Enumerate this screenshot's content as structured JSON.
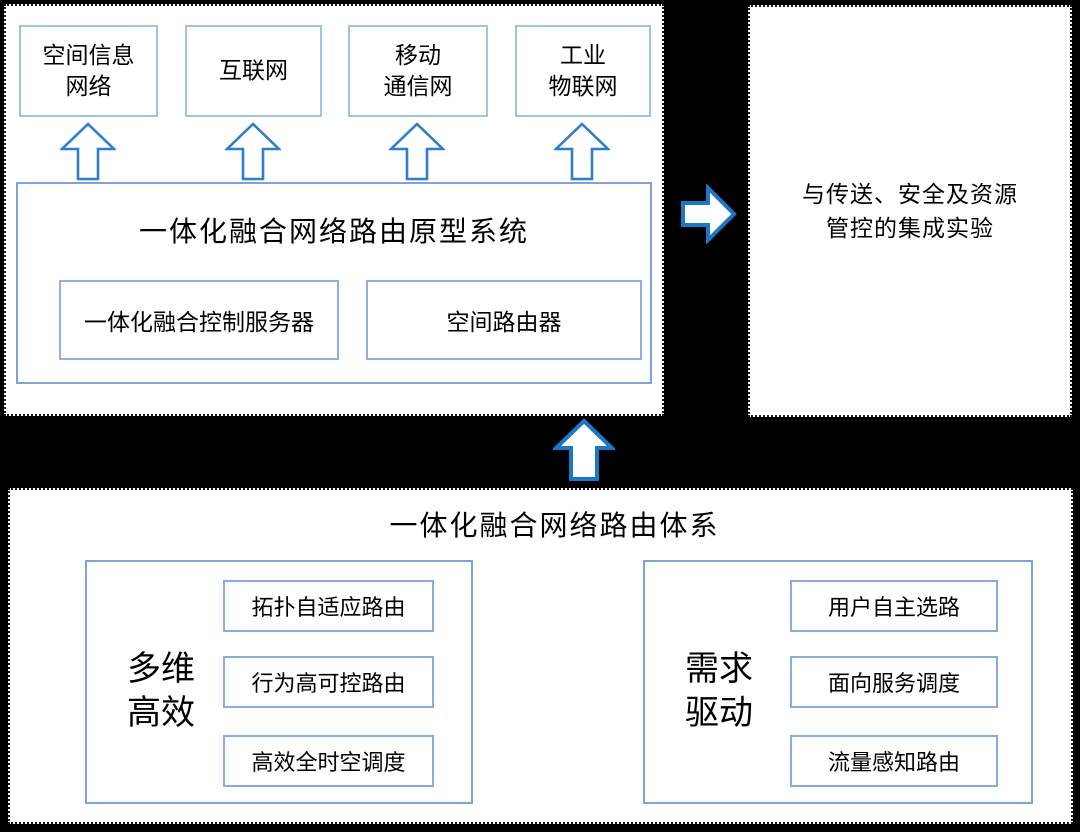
{
  "diagram": {
    "top_panel": {
      "networks": [
        {
          "label": "空间信息\n网络"
        },
        {
          "label": "互联网"
        },
        {
          "label": "移动\n通信网"
        },
        {
          "label": "工业\n物联网"
        }
      ],
      "prototype": {
        "title": "一体化融合网络路由原型系统",
        "components": [
          {
            "label": "一体化融合控制服务器"
          },
          {
            "label": "空间路由器"
          }
        ]
      }
    },
    "right_panel": {
      "text": "与传送、安全及资源\n管控的集成实验"
    },
    "bottom_panel": {
      "title": "一体化融合网络路由体系",
      "groups": [
        {
          "label": "多维\n高效",
          "items": [
            "拓扑自适应路由",
            "行为高可控路由",
            "高效全时空调度"
          ]
        },
        {
          "label": "需求\n驱动",
          "items": [
            "用户自主选路",
            "面向服务调度",
            "流量感知路由"
          ]
        }
      ]
    },
    "colors": {
      "background": "#000000",
      "panel_background": "#ffffff",
      "box_border_light": "#9dc3e6",
      "box_border": "#7fa3d8",
      "arrow_stroke": "#1b78c4"
    }
  }
}
